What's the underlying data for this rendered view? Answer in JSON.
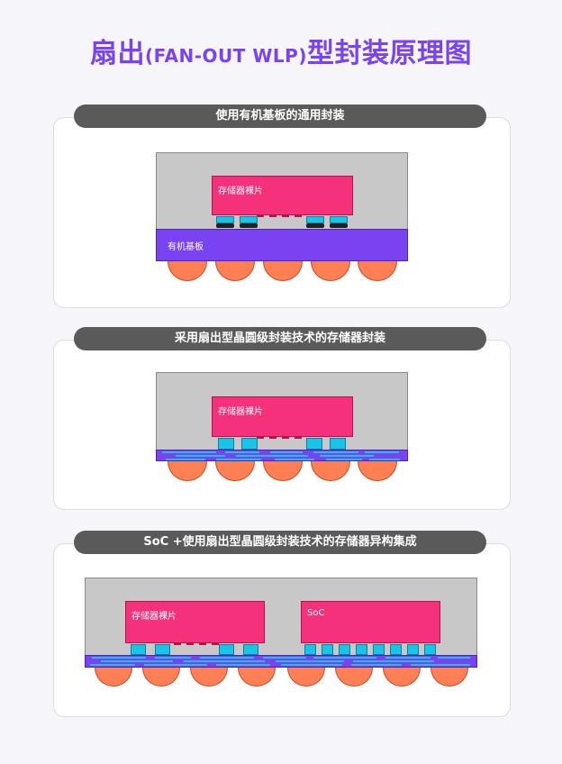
{
  "title": {
    "prefix": "扇出",
    "en": "(FAN-OUT WLP)",
    "suffix": "型封装原理图"
  },
  "sections": [
    {
      "heading": "使用有机基板的通用封装",
      "die_label": "存储器裸片",
      "substrate_label": "有机基板"
    },
    {
      "heading": "采用扇出型晶圆级封装技术的存储器封装",
      "die_label": "存储器裸片"
    },
    {
      "heading": "SoC +使用扇出型晶圆级封装技术的存储器异构集成",
      "die_label": "存储器裸片",
      "soc_label": "SoC"
    }
  ],
  "colors": {
    "accent": "#7a43f2",
    "die": "#f5317c",
    "mold": "#c8c8c8",
    "pad": "#19c4e6",
    "solder_ball": "#ff8055",
    "heading_pill": "#5a5a5a"
  }
}
